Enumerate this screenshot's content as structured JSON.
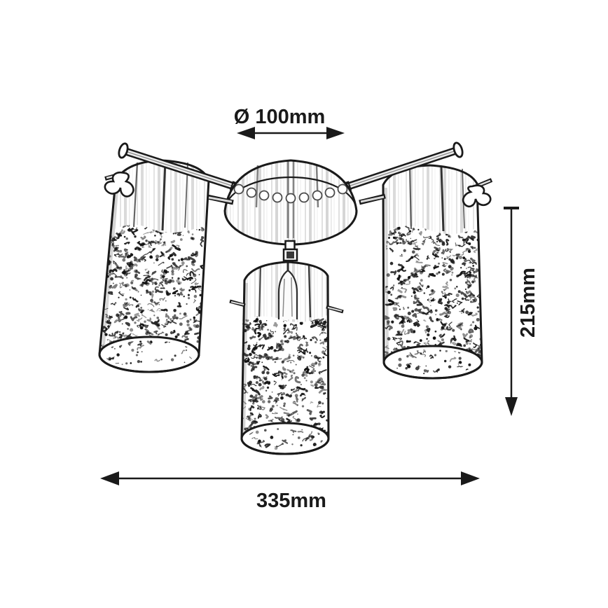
{
  "style": {
    "ink": "#1a1a1a",
    "background": "#ffffff",
    "chrome_highlight": "#ededed",
    "chrome_shadow": "#9c9c9c"
  },
  "annotations": {
    "canopy_diameter": {
      "label": "Ø 100mm",
      "value": 100,
      "unit": "mm",
      "symbol": "Ø"
    },
    "fixture_height": {
      "label": "215mm",
      "value": 215,
      "unit": "mm"
    },
    "fixture_width": {
      "label": "335mm",
      "value": 335,
      "unit": "mm"
    }
  },
  "drawing": {
    "kind": "line-art dimension drawing of a 3-light ceiling fixture with cylindrical crystal shades",
    "parts": [
      "ceiling-canopy",
      "left-arm",
      "right-arm",
      "left-shade",
      "center-shade",
      "right-shade",
      "center-rod",
      "thumbscrews",
      "holder-pins",
      "bulb-silhouette"
    ]
  },
  "icons": {
    "diameter_arrow": "double-headed-horizontal-arrow",
    "height_arrow": "downward-arrow-with-top-cap",
    "width_arrow": "double-headed-horizontal-arrow"
  }
}
